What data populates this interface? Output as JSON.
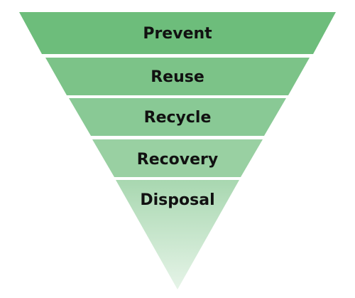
{
  "diagram": {
    "tiers": [
      {
        "label": "Prevent",
        "color": "#6dbd7b"
      },
      {
        "label": "Reuse",
        "color": "#7cc388"
      },
      {
        "label": "Recycle",
        "color": "#89c995"
      },
      {
        "label": "Recovery",
        "color": "#99d0a2"
      },
      {
        "label": "Disposal",
        "color_top": "#a8d7b0",
        "color_bottom": "#e6f4e8"
      }
    ]
  }
}
